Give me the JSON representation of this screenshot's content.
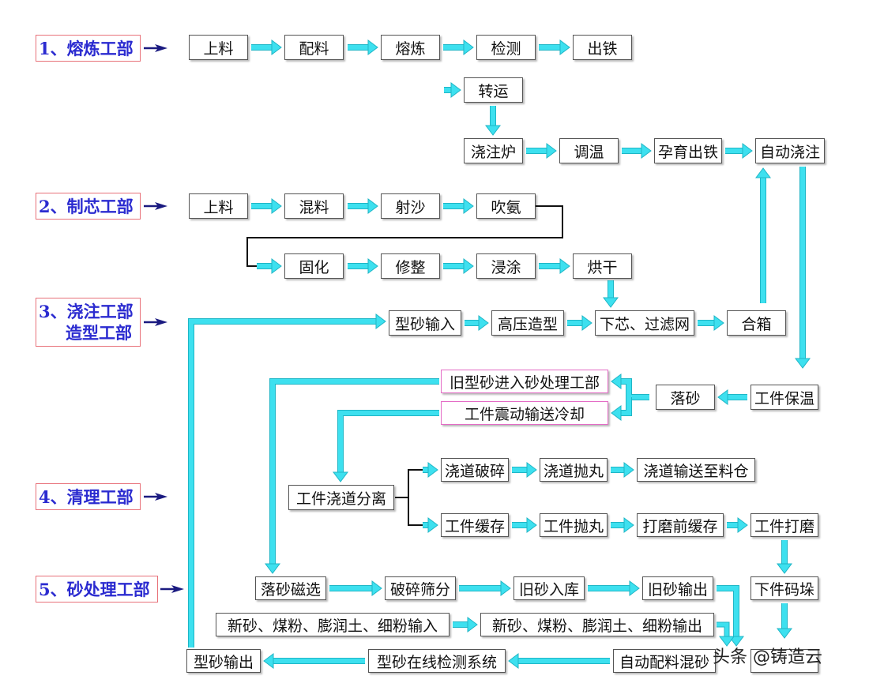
{
  "departments": {
    "d1": "1、熔炼工部",
    "d2": "2、制芯工部",
    "d3_line1": "3、浇注工部",
    "d3_line2": "造型工部",
    "d4": "4、清理工部",
    "d5": "5、砂处理工部"
  },
  "nodes": {
    "r1_1": "上料",
    "r1_2": "配料",
    "r1_3": "熔炼",
    "r1_4": "检测",
    "r1_5": "出铁",
    "transfer": "转运",
    "pour_furnace": "浇注炉",
    "temp_adjust": "调温",
    "inoculation": "孕育出铁",
    "auto_pour": "自动浇注",
    "r2_1": "上料",
    "r2_2": "混料",
    "r2_3": "射沙",
    "r2_4": "吹氨",
    "cure": "固化",
    "trim": "修整",
    "dip": "浸涂",
    "dry": "烘干",
    "sand_input": "型砂输入",
    "hp_molding": "高压造型",
    "core_filter": "下芯、过滤网",
    "closing": "合箱",
    "old_sand": "旧型砂进入砂处理工部",
    "shake_cool": "工件震动输送冷却",
    "shakeout": "落砂",
    "keep_warm": "工件保温",
    "gate_sep": "工件浇道分离",
    "gate_crush": "浇道破碎",
    "gate_blast": "浇道抛丸",
    "gate_silo": "浇道输送至料仓",
    "buffer": "工件缓存",
    "shot_blast": "工件抛丸",
    "pre_grind": "打磨前缓存",
    "grind": "工件打磨",
    "stack": "下件码垛",
    "magnetic": "落砂磁选",
    "crush_screen": "破碎筛分",
    "old_store": "旧砂入库",
    "old_out": "旧砂输出",
    "new_in": "新砂、煤粉、膨润土、细粉输入",
    "new_out": "新砂、煤粉、膨润土、细粉输出",
    "auto_mix": "自动配料混砂",
    "online_test": "型砂在线检测系统",
    "sand_out": "型砂输出"
  },
  "colors": {
    "arrow": "#3de0ef",
    "arrow_edge": "#1fb6c6",
    "dept_border": "#e8727a",
    "dept_text": "#2b2bd0",
    "pointer": "#1a1a80"
  },
  "watermark": "头条 @铸造云"
}
